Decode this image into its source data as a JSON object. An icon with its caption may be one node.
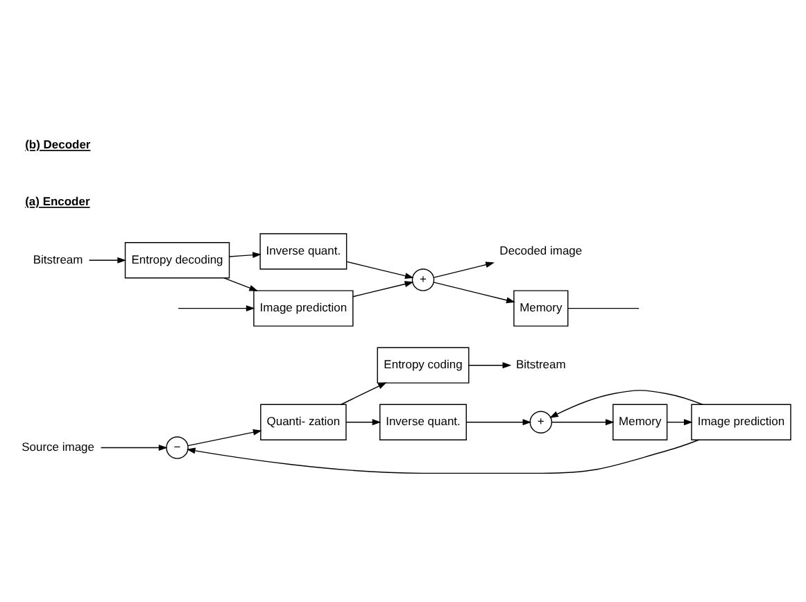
{
  "diagram": {
    "nodes": [
      {
        "text": [
          "Source image"
        ]
      },
      {
        "text": [
          "−"
        ]
      },
      {
        "text": [
          "Quanti- zation"
        ]
      },
      {
        "text": [
          "Entropy coding"
        ]
      },
      {
        "text": [
          "Bitstream"
        ]
      },
      {
        "text": [
          "Image prediction"
        ]
      },
      {
        "text": [
          "Inverse quant."
        ]
      },
      {
        "text": [
          "+"
        ]
      },
      {
        "text": [
          "Memory"
        ]
      },
      {
        "text": [
          "Bitstream"
        ]
      },
      {
        "text": [
          "Entropy decoding"
        ]
      },
      {
        "text": [
          "Inverse quant."
        ]
      },
      {
        "text": [
          "+"
        ]
      },
      {
        "text": [
          "Decoded image"
        ]
      },
      {
        "text": [
          "Image prediction"
        ]
      },
      {
        "text": [
          "Memory"
        ]
      }
    ],
    "edges": [
      {
        "from": 0,
        "to": 1,
        "arrow": "to"
      },
      {
        "from": 1,
        "to": 2,
        "arrow": "to"
      },
      {
        "from": 2,
        "to": 3,
        "arrow": "to"
      },
      {
        "from": 3,
        "to": 4,
        "arrow": "to"
      },
      {
        "from": 5,
        "to": 1,
        "arrow": "to"
      },
      {
        "from": 5,
        "to": 7,
        "arrow": "to"
      },
      {
        "from": 2,
        "to": 6,
        "arrow": "to"
      },
      {
        "from": 6,
        "to": 7,
        "arrow": "to"
      },
      {
        "from": 7,
        "to": 8,
        "arrow": "to"
      },
      {
        "from": 8,
        "to": 5,
        "arrow": "to"
      },
      {
        "from": 9,
        "to": 10,
        "arrow": "to"
      },
      {
        "from": 10,
        "to": 11,
        "arrow": "to"
      },
      {
        "from": 10,
        "to": 14,
        "arrow": "to"
      },
      {
        "from": 11,
        "to": 12,
        "arrow": "to"
      },
      {
        "from": 14,
        "to": 12,
        "arrow": "to"
      },
      {
        "from": 12,
        "to": 13,
        "arrow": "to"
      },
      {
        "from": 12,
        "to": 15,
        "arrow": "to"
      },
      {
        "from": 15,
        "to": null,
        "arrow": "none"
      },
      {
        "from": null,
        "to": 14,
        "arrow": "to"
      }
    ],
    "labels": [
      "(a) Encoder",
      "(b) Decoder"
    ]
  }
}
